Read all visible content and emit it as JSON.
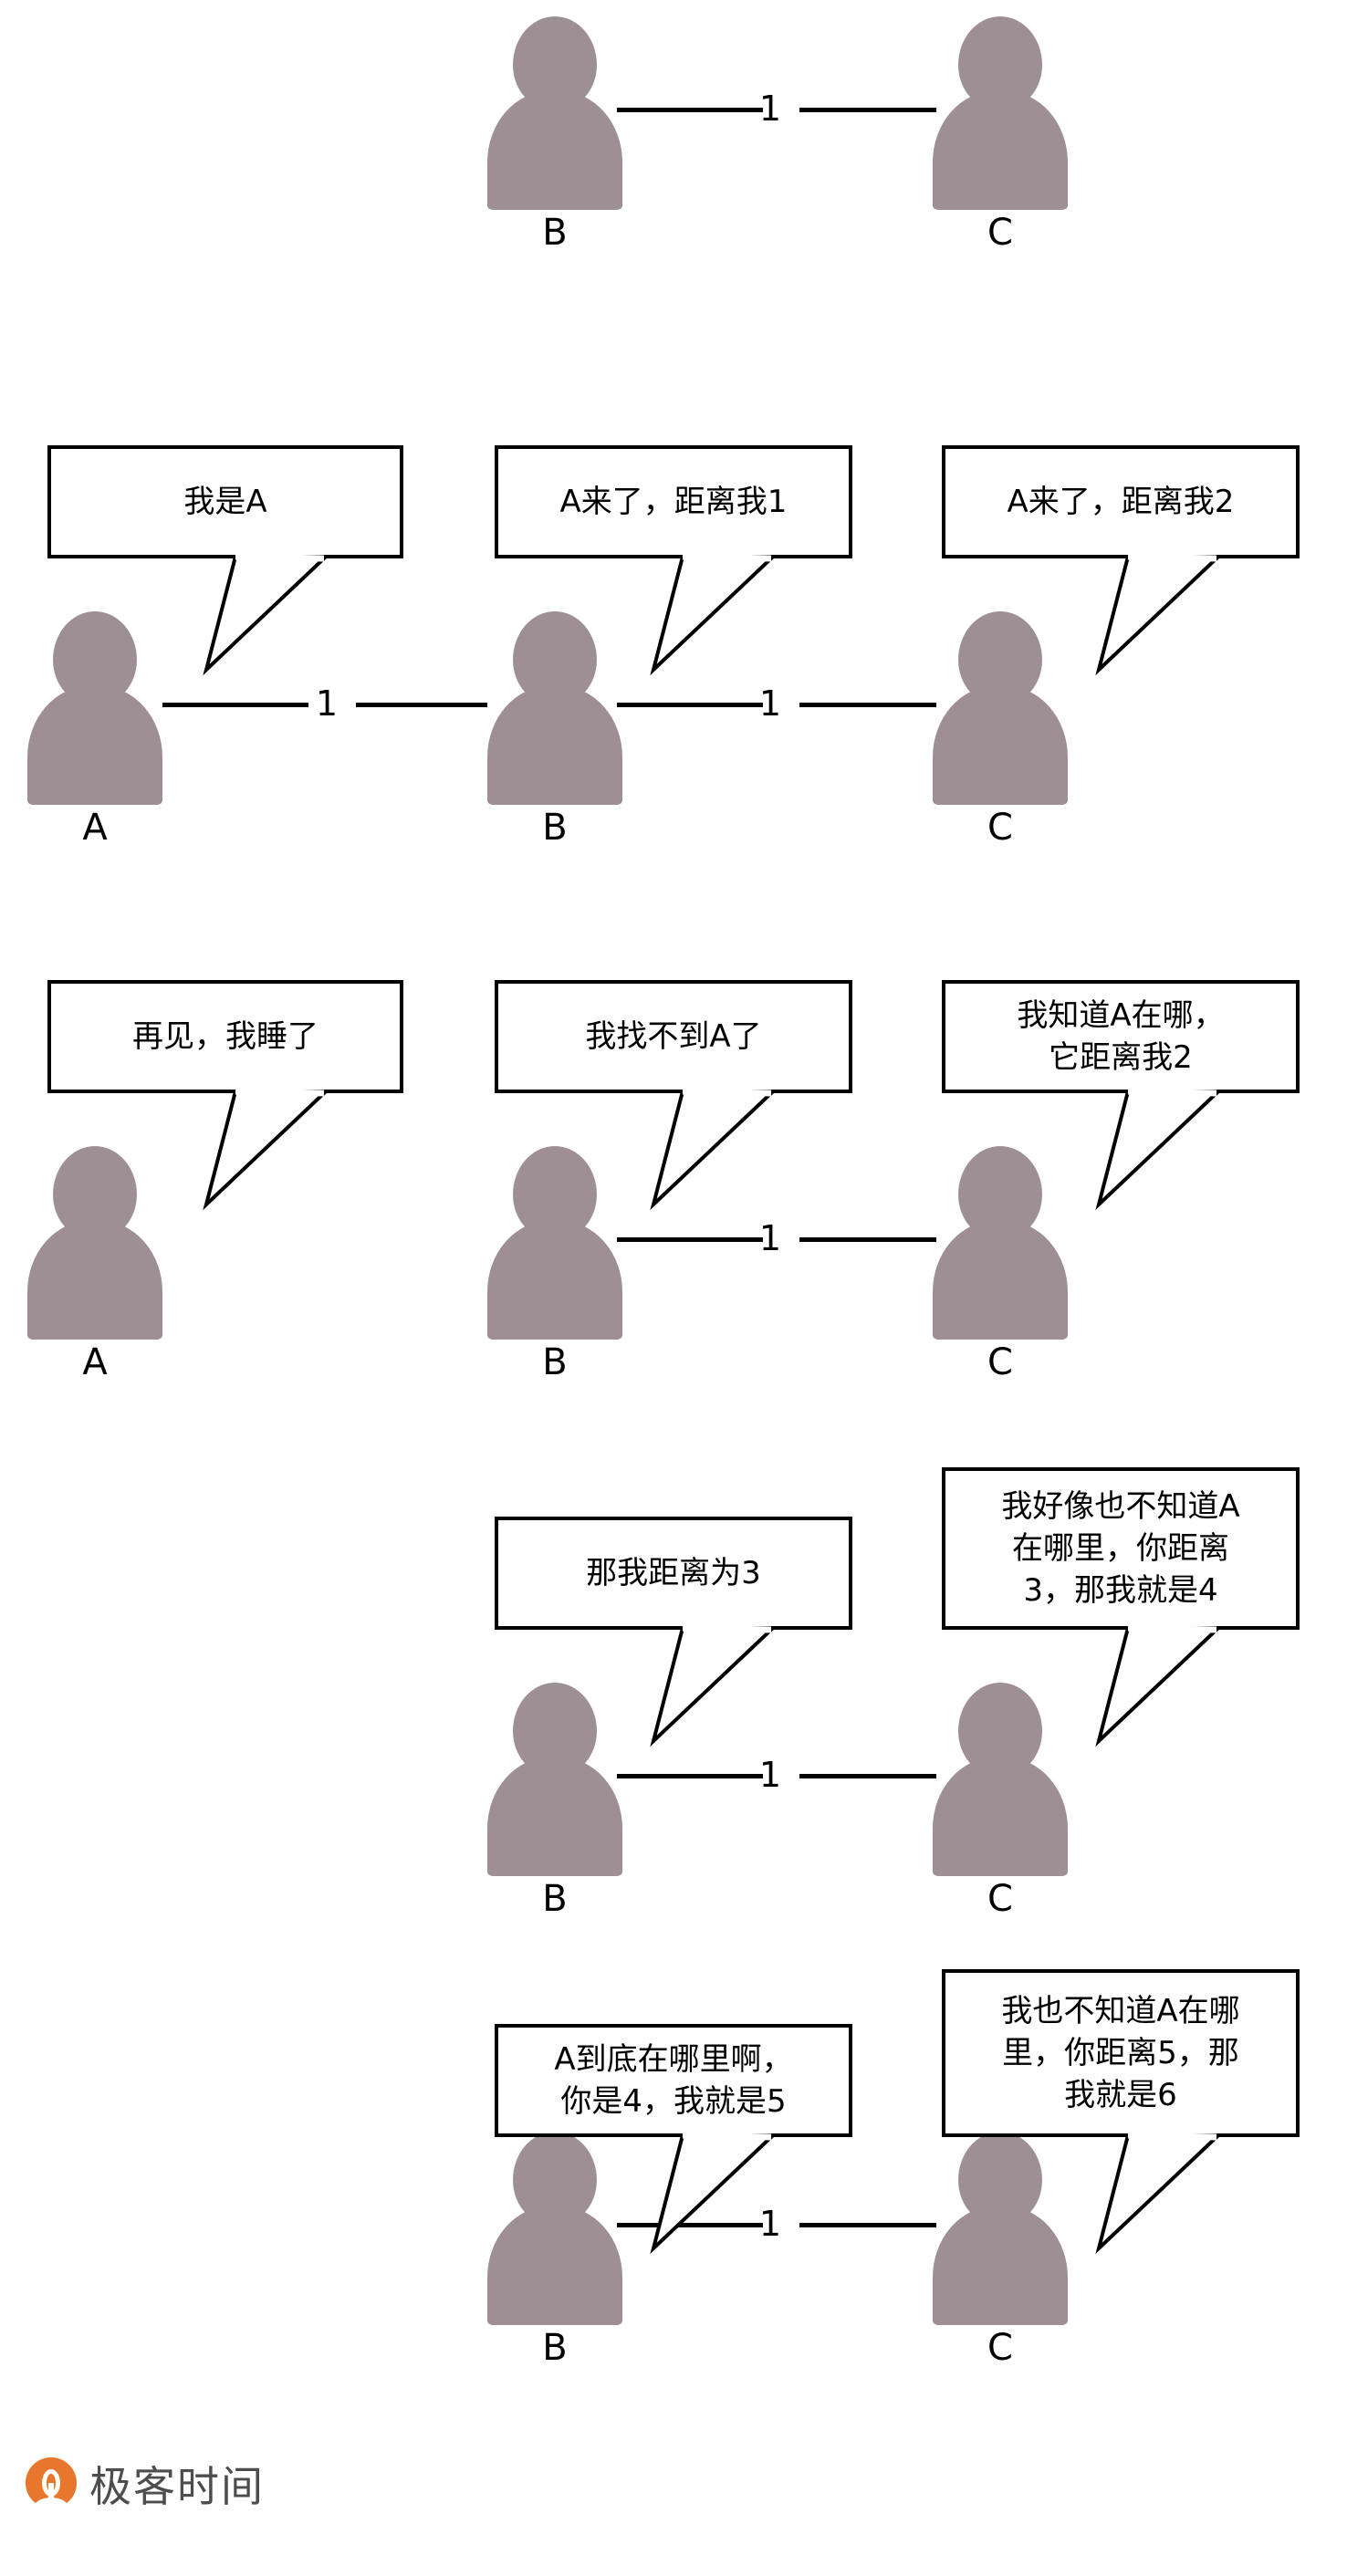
{
  "figure": {
    "title": "Distance-vector routing count-to-infinity illustration",
    "person_color": "#9e8f94",
    "line_color": "#000000",
    "bubble_border_color": "#000000",
    "bubble_fill_color": "#ffffff"
  },
  "rows": [
    {
      "id": "row-1",
      "nodes": [
        {
          "id": "b",
          "label": "B",
          "bubble": null
        },
        {
          "id": "c",
          "label": "C",
          "bubble": null
        }
      ],
      "links": [
        {
          "from": "b",
          "to": "c",
          "cost": "1"
        }
      ]
    },
    {
      "id": "row-2",
      "nodes": [
        {
          "id": "a",
          "label": "A",
          "bubble": "我是A"
        },
        {
          "id": "b",
          "label": "B",
          "bubble": "A来了，距离我1"
        },
        {
          "id": "c",
          "label": "C",
          "bubble": "A来了，距离我2"
        }
      ],
      "links": [
        {
          "from": "a",
          "to": "b",
          "cost": "1"
        },
        {
          "from": "b",
          "to": "c",
          "cost": "1"
        }
      ]
    },
    {
      "id": "row-3",
      "nodes": [
        {
          "id": "a",
          "label": "A",
          "bubble": "再见，我睡了"
        },
        {
          "id": "b",
          "label": "B",
          "bubble": "我找不到A了"
        },
        {
          "id": "c",
          "label": "C",
          "bubble": "我知道A在哪，\n它距离我2"
        }
      ],
      "links": [
        {
          "from": "b",
          "to": "c",
          "cost": "1"
        }
      ]
    },
    {
      "id": "row-4",
      "nodes": [
        {
          "id": "b",
          "label": "B",
          "bubble": "那我距离为3"
        },
        {
          "id": "c",
          "label": "C",
          "bubble": "我好像也不知道A\n在哪里，你距离\n3，那我就是4"
        }
      ],
      "links": [
        {
          "from": "b",
          "to": "c",
          "cost": "1"
        }
      ]
    },
    {
      "id": "row-5",
      "nodes": [
        {
          "id": "b",
          "label": "B",
          "bubble": "A到底在哪里啊，\n你是4，我就是5"
        },
        {
          "id": "c",
          "label": "C",
          "bubble": "我也不知道A在哪\n里，你距离5，那\n我就是6"
        }
      ],
      "links": [
        {
          "from": "b",
          "to": "c",
          "cost": "1"
        }
      ]
    }
  ],
  "footer": {
    "brand_name": "极客时间",
    "brand_color": "#e8762c",
    "text_color": "#4d4d4d"
  }
}
